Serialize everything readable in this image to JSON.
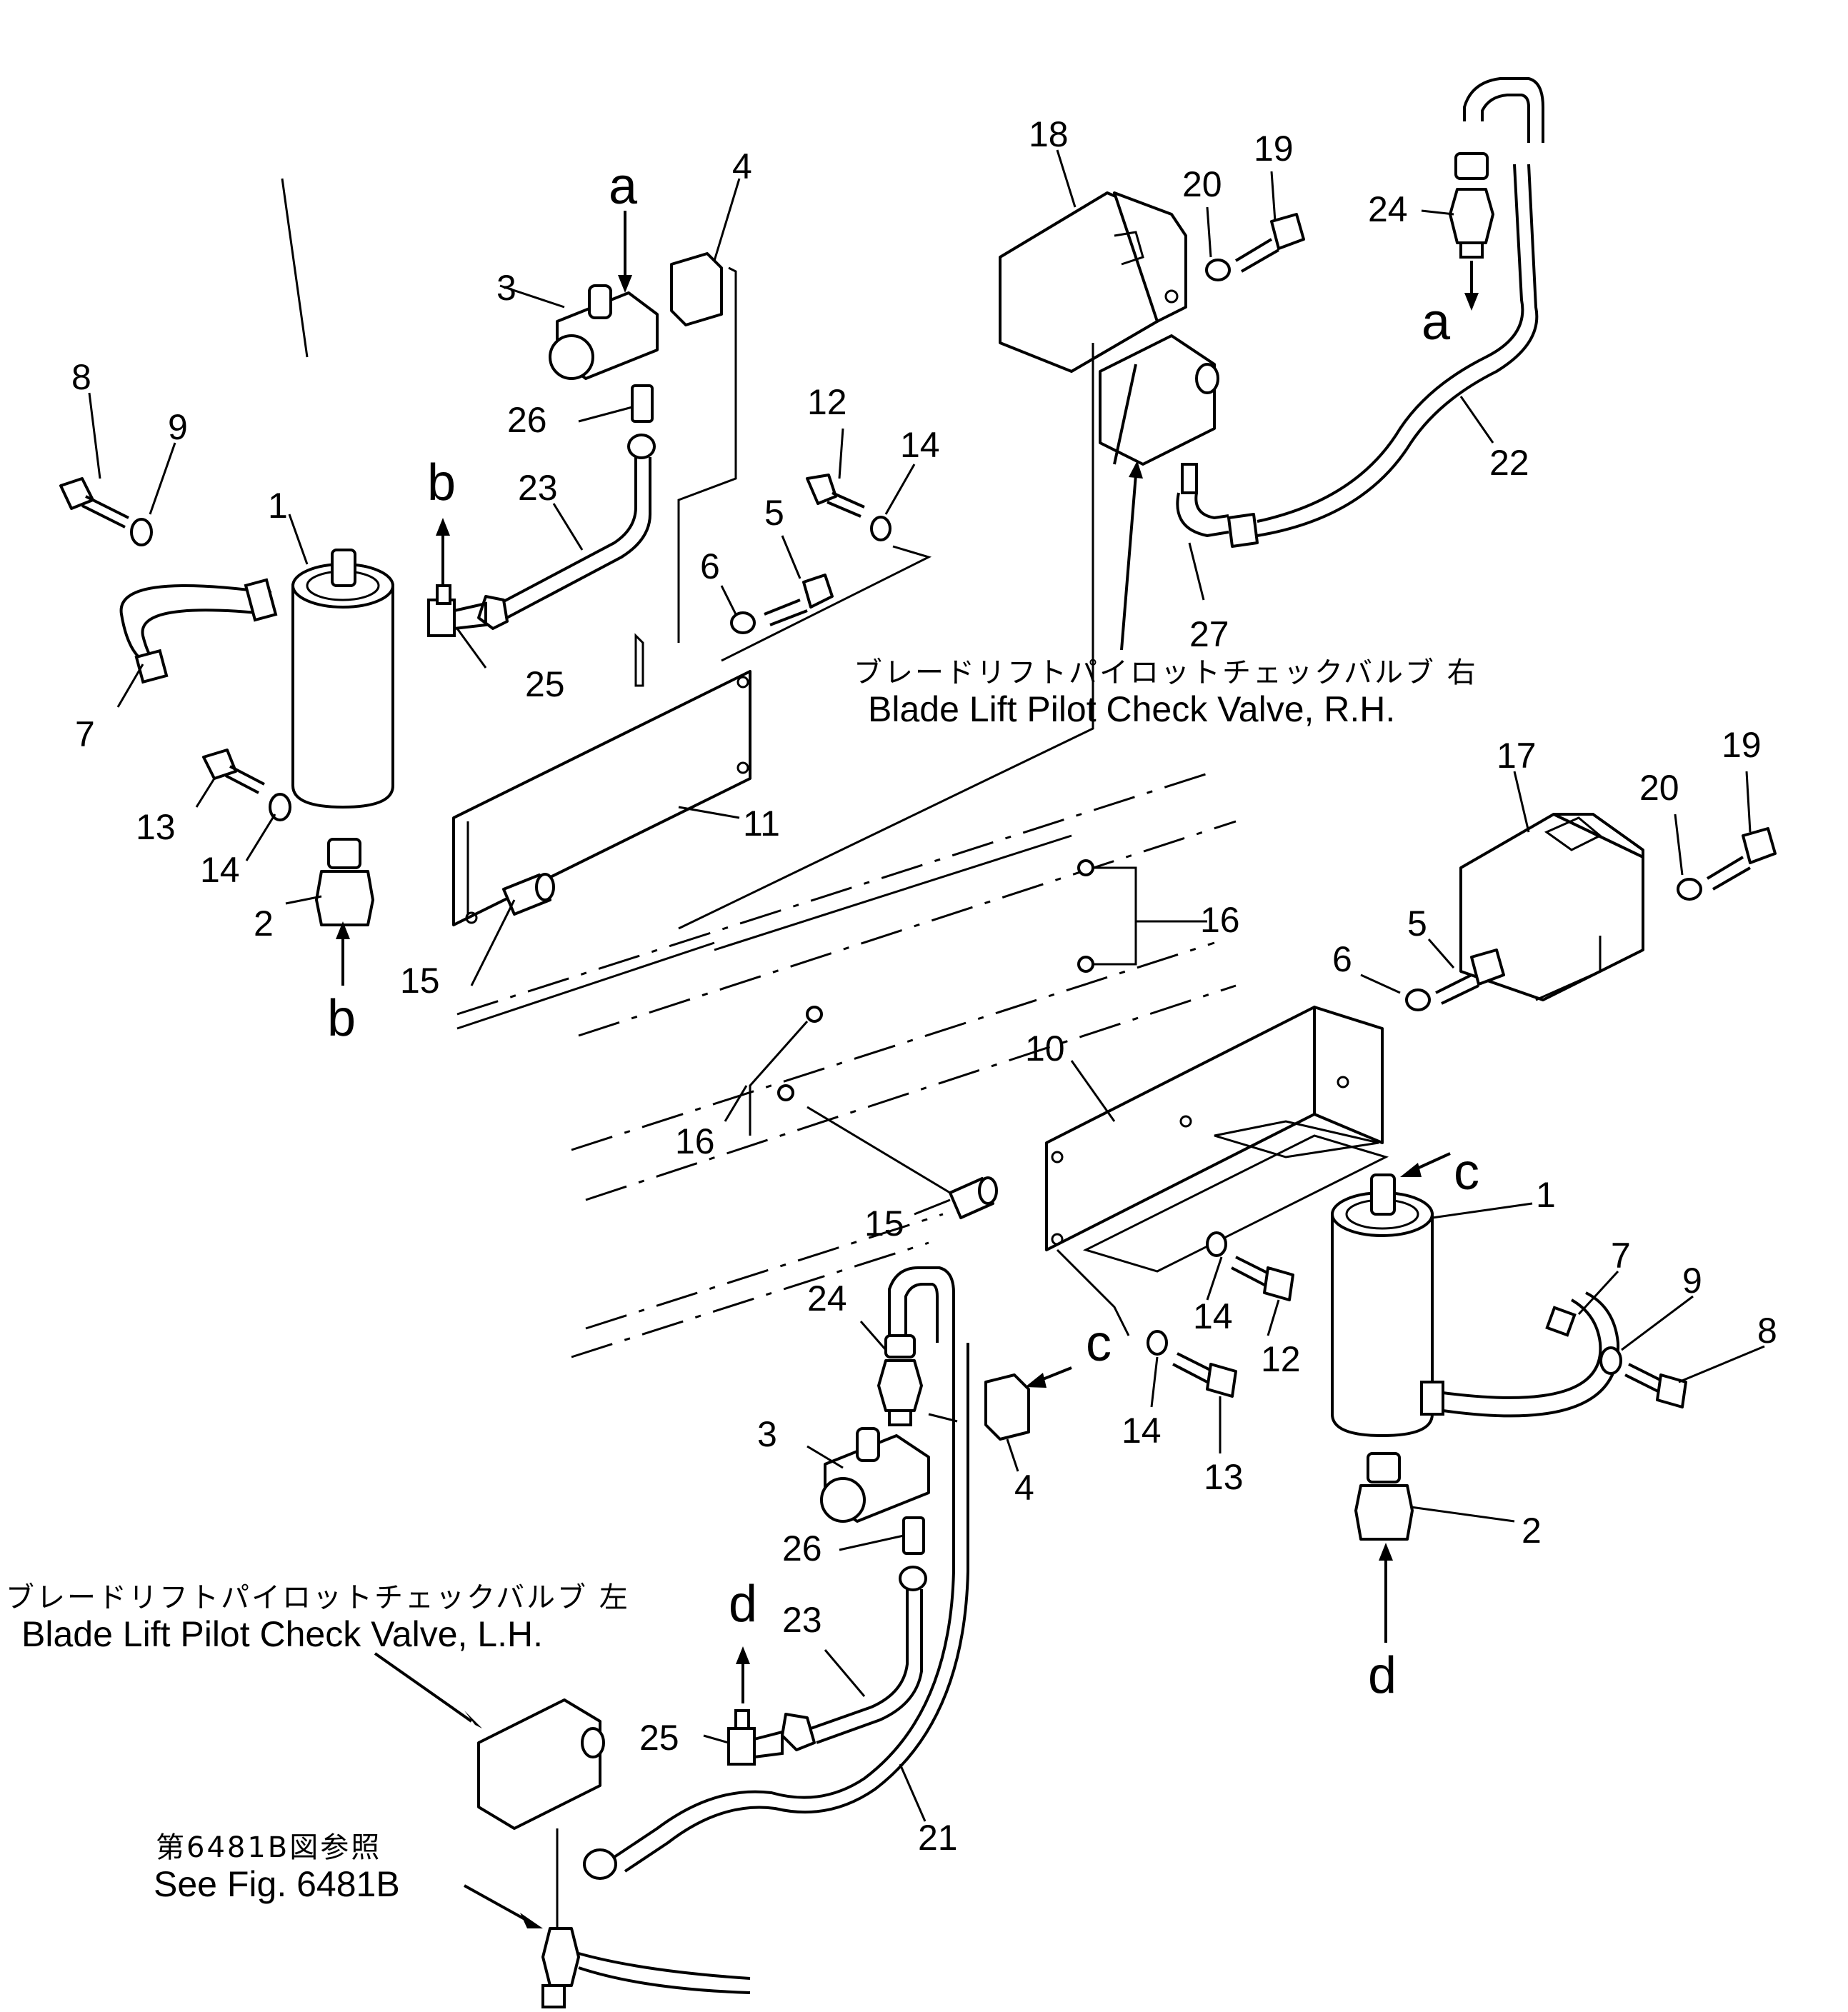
{
  "figure": {
    "labels": {
      "n1a": "1",
      "n1b": "1",
      "n2a": "2",
      "n2b": "2",
      "n3a": "3",
      "n3b": "3",
      "n4a": "4",
      "n4b": "4",
      "n5a": "5",
      "n5b": "5",
      "n6a": "6",
      "n6b": "6",
      "n7a": "7",
      "n7b": "7",
      "n8a": "8",
      "n8b": "8",
      "n9a": "9",
      "n9b": "9",
      "n10": "10",
      "n11": "11",
      "n12a": "12",
      "n12b": "12",
      "n13a": "13",
      "n13b": "13",
      "n14a": "14",
      "n14b": "14",
      "n14c": "14",
      "n14d": "14",
      "n15a": "15",
      "n15b": "15",
      "n16a": "16",
      "n16b": "16",
      "n17": "17",
      "n18": "18",
      "n19a": "19",
      "n19b": "19",
      "n20a": "20",
      "n20b": "20",
      "n21": "21",
      "n22": "22",
      "n23a": "23",
      "n23b": "23",
      "n24a": "24",
      "n24b": "24",
      "n25a": "25",
      "n25b": "25",
      "n26a": "26",
      "n26b": "26",
      "n27": "27"
    },
    "callouts": {
      "a_top": "a",
      "a_right": "a",
      "b_left": "b",
      "b_bottom": "b",
      "c_right": "c",
      "c_mid": "c",
      "d_left": "d",
      "d_bottom": "d"
    },
    "captions": {
      "rh_jp": "ブレードリフトパイロットチェックバルブ 右",
      "rh_en": "Blade Lift Pilot Check Valve, R.H.",
      "lh_jp": "ブレードリフトパイロットチェックバルブ 左",
      "lh_en": "Blade Lift Pilot Check Valve, L.H.",
      "ref_jp": "第6481B図参照",
      "ref_en": "See Fig. 6481B"
    }
  }
}
